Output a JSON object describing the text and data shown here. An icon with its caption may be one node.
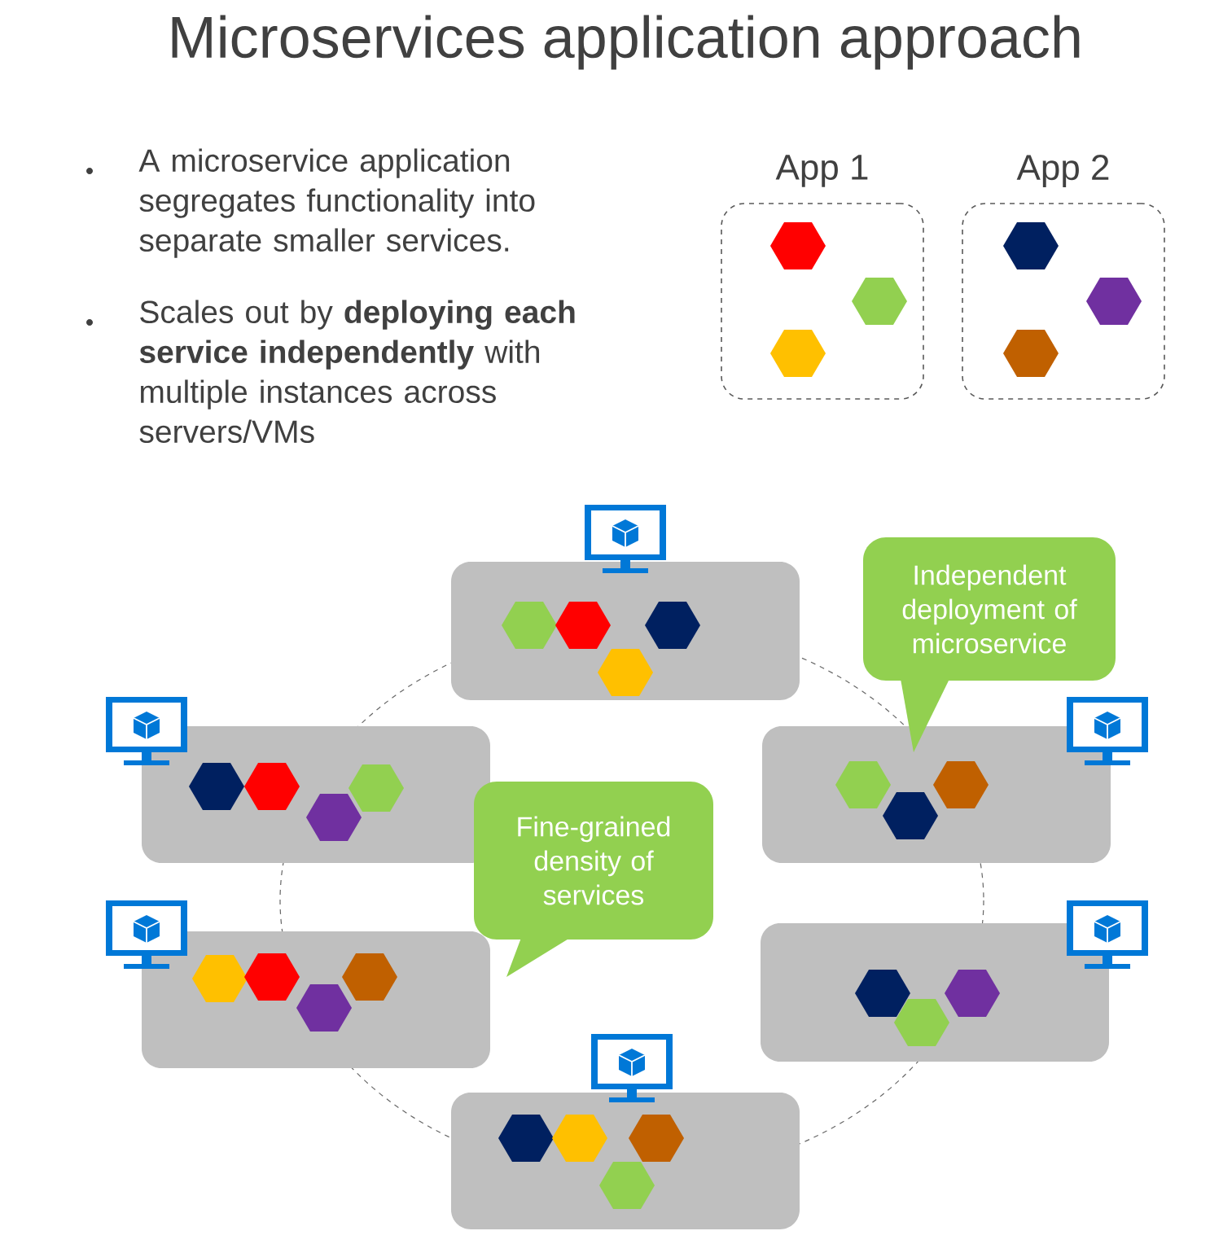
{
  "diagram": {
    "title": "Microservices application approach",
    "nodes": [
      {
        "text": [
          "App 1"
        ]
      },
      {
        "text": [
          "App 2"
        ]
      },
      {
        "text": [
          "Independent deployment of microservice"
        ]
      },
      {
        "text": [
          "Fine-grained density of services"
        ]
      }
    ],
    "labels": [
      "A microservice application segregates functionality into separate smaller services.",
      "Scales out by **deploying each service independently** with multiple instances across servers/VMs"
    ]
  }
}
